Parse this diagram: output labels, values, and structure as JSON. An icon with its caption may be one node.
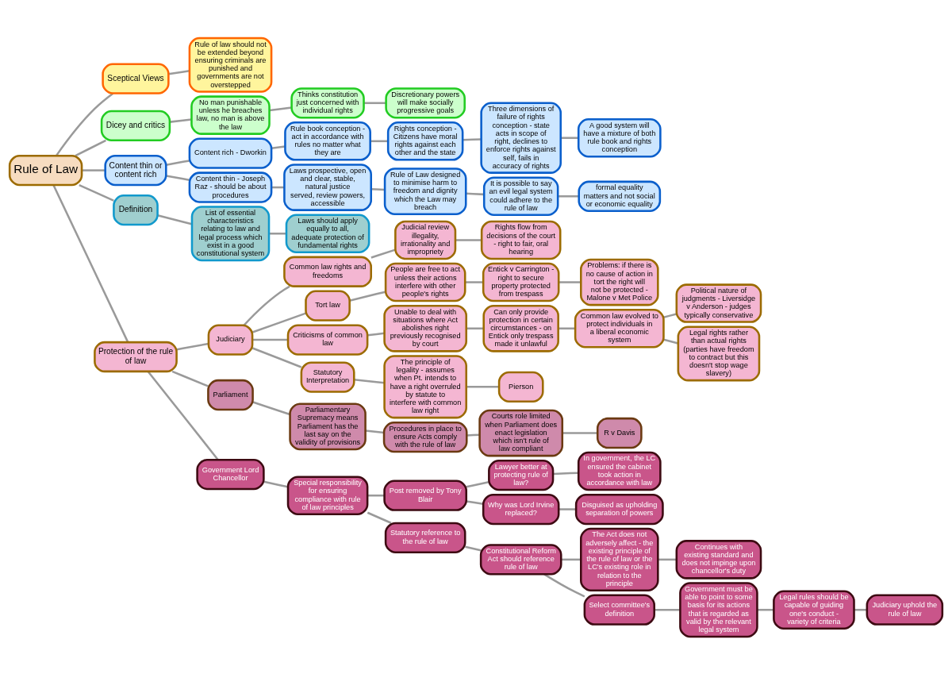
{
  "diagram": {
    "nodes": [
      {
        "text": [
          "Rule of Law"
        ]
      },
      {
        "text": [
          "Sceptical Views"
        ]
      },
      {
        "text": [
          "Rule of law should not be extended beyond ensuring criminals are punished and governments are not overstepped"
        ]
      },
      {
        "text": [
          "Dicey and critics"
        ]
      },
      {
        "text": [
          "No man punishable unless he breaches law, no man is above the law"
        ]
      },
      {
        "text": [
          "Thinks constitution just concerned with individual rights"
        ]
      },
      {
        "text": [
          "Discretionary powers will make socially progressive goals"
        ]
      },
      {
        "text": [
          "Content thin or content rich"
        ]
      },
      {
        "text": [
          "Content rich - Dworkin"
        ]
      },
      {
        "text": [
          "Rule book conception - act in accordance with rules no matter what they are"
        ]
      },
      {
        "text": [
          "Rights conception - Citizens have moral rights against each other and the state"
        ]
      },
      {
        "text": [
          "Three dimensions of failure of rights conception - state acts in scope of right, declines to enforce rights against self, fails in accuracy of rights"
        ]
      },
      {
        "text": [
          "A good system will have a mixture of both rule book and rights conception"
        ]
      },
      {
        "text": [
          "Content thin - Joseph Raz - should be about procedures"
        ]
      },
      {
        "text": [
          "Laws prospective, open and clear, stable, natural justice served, review powers, accessible"
        ]
      },
      {
        "text": [
          "Rule of Law designed to minimise harm to freedom and dignity which the Law may breach"
        ]
      },
      {
        "text": [
          "It is possible to say an evil legal system could adhere to the rule of law"
        ]
      },
      {
        "text": [
          "formal equality matters and not social or economic equality"
        ]
      },
      {
        "text": [
          "Definition"
        ]
      },
      {
        "text": [
          "List of essential characteristics relating to law and legal process which exist in a good constitutional system"
        ]
      },
      {
        "text": [
          "Laws should apply equally to all, adequate protection of fundamental rights"
        ]
      },
      {
        "text": [
          "Protection of the rule of law"
        ]
      },
      {
        "text": [
          "Judiciary"
        ]
      },
      {
        "text": [
          "Common law rights and freedoms"
        ]
      },
      {
        "text": [
          "Judicial review illegality, irrationality and impropriety"
        ]
      },
      {
        "text": [
          "Rights flow from decisions of the court - right to fair, oral hearing"
        ]
      },
      {
        "text": [
          "Tort law"
        ]
      },
      {
        "text": [
          "People are free to act unless their actions interfere with other people's rights"
        ]
      },
      {
        "text": [
          "Entick v Carrington - right to secure property protected from trespass"
        ]
      },
      {
        "text": [
          "Problems: if there is no cause of action in tort the right will not be protected - Malone v Met Police"
        ]
      },
      {
        "text": [
          "Criticisms of common law"
        ]
      },
      {
        "text": [
          "Unable to deal with situations where Act abolishes right previously recognised by court"
        ]
      },
      {
        "text": [
          "Can only provide protection in certain circumstances - on Entick only trespass made it unlawful"
        ]
      },
      {
        "text": [
          "Common law evolved to protect individuals in a liberal economic system"
        ]
      },
      {
        "text": [
          "Political nature of judgments - Liversidge v Anderson - judges typically conservative"
        ]
      },
      {
        "text": [
          "Legal rights rather than actual rights (parties have freedom to contract but this doesn't stop wage slavery)"
        ]
      },
      {
        "text": [
          "Statutory Interpretation"
        ]
      },
      {
        "text": [
          "The principle of legality - assumes when Pt. intends to have a right overruled by statute to interfere with common law right"
        ]
      },
      {
        "text": [
          "Pierson"
        ]
      },
      {
        "text": [
          "Parliament"
        ]
      },
      {
        "text": [
          "Parliamentary Supremacy means Parliament has the last say on the validity of provisions"
        ]
      },
      {
        "text": [
          "Procedures in place to ensure Acts comply with the rule of law"
        ]
      },
      {
        "text": [
          "Courts role limited when Parliament does enact legislation which isn't rule of law compliant"
        ]
      },
      {
        "text": [
          "R v Davis"
        ]
      },
      {
        "text": [
          "Government Lord Chancellor"
        ]
      },
      {
        "text": [
          "Special responsibility for ensuring compliance with rule of law principles"
        ]
      },
      {
        "text": [
          "Post removed by Tony Blair"
        ]
      },
      {
        "text": [
          "Lawyer better at protecting rule of law?"
        ]
      },
      {
        "text": [
          "In government, the LC ensured the cabinet took action in accordance with law"
        ]
      },
      {
        "text": [
          "Why was Lord Irvine replaced?"
        ]
      },
      {
        "text": [
          "Disguised as upholding separation of powers"
        ]
      },
      {
        "text": [
          "Statutory reference to the rule of law"
        ]
      },
      {
        "text": [
          "Constitutional Reform Act should reference rule of law"
        ]
      },
      {
        "text": [
          "The Act does not adversely affect - the existing principle of the rule of law or the LC's existing role in relation to the principle"
        ]
      },
      {
        "text": [
          "Continues with existing standard and does not impinge upon chancellor's duty"
        ]
      },
      {
        "text": [
          "Select committee's definition"
        ]
      },
      {
        "text": [
          "Government must be able to point to some basis for its actions that is regarded as valid by the relevant legal system"
        ]
      },
      {
        "text": [
          "Legal rules should be capable of guiding one's conduct - variety of criteria"
        ]
      },
      {
        "text": [
          "Judiciary uphold the rule of law"
        ]
      }
    ],
    "edges": [
      {
        "from": 0,
        "to": 21,
        "arrow": "none"
      },
      {
        "from": 0,
        "to": 1,
        "arrow": "none"
      },
      {
        "from": 0,
        "to": 3,
        "arrow": "none"
      },
      {
        "from": 0,
        "to": 7,
        "arrow": "none"
      },
      {
        "from": 0,
        "to": 18,
        "arrow": "none"
      },
      {
        "from": 1,
        "to": 2,
        "arrow": "none"
      },
      {
        "from": 3,
        "to": 4,
        "arrow": "none"
      },
      {
        "from": 4,
        "to": 5,
        "arrow": "none"
      },
      {
        "from": 5,
        "to": 6,
        "arrow": "none"
      },
      {
        "from": 7,
        "to": 8,
        "arrow": "none"
      },
      {
        "from": 7,
        "to": 13,
        "arrow": "none"
      },
      {
        "from": 8,
        "to": 9,
        "arrow": "none"
      },
      {
        "from": 9,
        "to": 10,
        "arrow": "none"
      },
      {
        "from": 10,
        "to": 11,
        "arrow": "none"
      },
      {
        "from": 11,
        "to": 12,
        "arrow": "none"
      },
      {
        "from": 13,
        "to": 14,
        "arrow": "none"
      },
      {
        "from": 14,
        "to": 15,
        "arrow": "none"
      },
      {
        "from": 15,
        "to": 16,
        "arrow": "none"
      },
      {
        "from": 16,
        "to": 17,
        "arrow": "none"
      },
      {
        "from": 18,
        "to": 19,
        "arrow": "none"
      },
      {
        "from": 19,
        "to": 20,
        "arrow": "none"
      },
      {
        "from": 21,
        "to": 22,
        "arrow": "none"
      },
      {
        "from": 21,
        "to": 39,
        "arrow": "none"
      },
      {
        "from": 21,
        "to": 44,
        "arrow": "none"
      },
      {
        "from": 22,
        "to": 23,
        "arrow": "none"
      },
      {
        "from": 23,
        "to": 24,
        "arrow": "none"
      },
      {
        "from": 24,
        "to": 25,
        "arrow": "none"
      },
      {
        "from": 22,
        "to": 26,
        "arrow": "none"
      },
      {
        "from": 26,
        "to": 27,
        "arrow": "none"
      },
      {
        "from": 27,
        "to": 28,
        "arrow": "none"
      },
      {
        "from": 28,
        "to": 29,
        "arrow": "none"
      },
      {
        "from": 22,
        "to": 30,
        "arrow": "none"
      },
      {
        "from": 30,
        "to": 31,
        "arrow": "none"
      },
      {
        "from": 31,
        "to": 32,
        "arrow": "none"
      },
      {
        "from": 32,
        "to": 33,
        "arrow": "none"
      },
      {
        "from": 33,
        "to": 34,
        "arrow": "none"
      },
      {
        "from": 33,
        "to": 35,
        "arrow": "none"
      },
      {
        "from": 22,
        "to": 36,
        "arrow": "none"
      },
      {
        "from": 36,
        "to": 37,
        "arrow": "none"
      },
      {
        "from": 37,
        "to": 38,
        "arrow": "none"
      },
      {
        "from": 39,
        "to": 40,
        "arrow": "none"
      },
      {
        "from": 40,
        "to": 41,
        "arrow": "none"
      },
      {
        "from": 41,
        "to": 42,
        "arrow": "none"
      },
      {
        "from": 42,
        "to": 43,
        "arrow": "none"
      },
      {
        "from": 44,
        "to": 45,
        "arrow": "none"
      },
      {
        "from": 45,
        "to": 46,
        "arrow": "none"
      },
      {
        "from": 46,
        "to": 47,
        "arrow": "none"
      },
      {
        "from": 47,
        "to": 48,
        "arrow": "none"
      },
      {
        "from": 46,
        "to": 49,
        "arrow": "none"
      },
      {
        "from": 49,
        "to": 50,
        "arrow": "none"
      },
      {
        "from": 45,
        "to": 51,
        "arrow": "none"
      },
      {
        "from": 51,
        "to": 52,
        "arrow": "none"
      },
      {
        "from": 52,
        "to": 53,
        "arrow": "none"
      },
      {
        "from": 53,
        "to": 54,
        "arrow": "none"
      },
      {
        "from": 52,
        "to": 55,
        "arrow": "none"
      },
      {
        "from": 55,
        "to": 56,
        "arrow": "none"
      },
      {
        "from": 56,
        "to": 57,
        "arrow": "none"
      },
      {
        "from": 57,
        "to": 58,
        "arrow": "none"
      }
    ]
  }
}
